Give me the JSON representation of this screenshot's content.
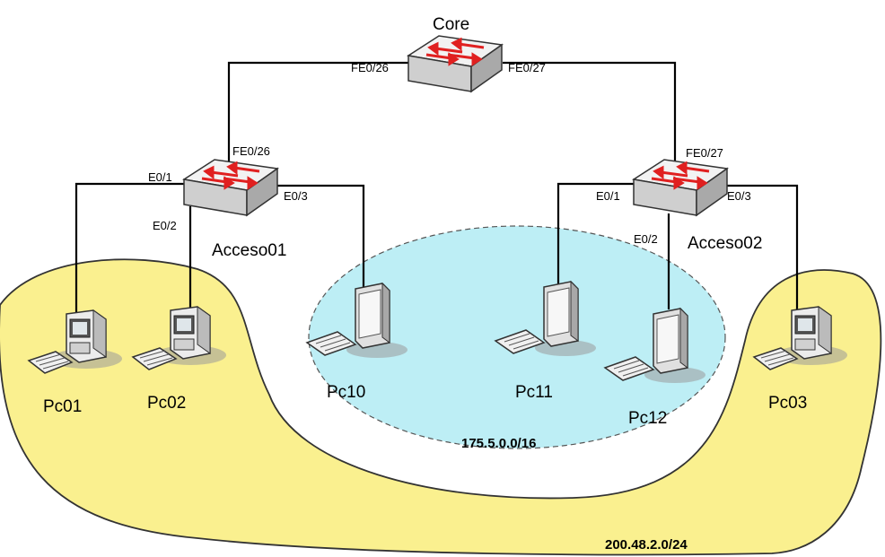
{
  "colors": {
    "zone_yellow": "#faf08f",
    "zone_cyan": "#bdeef5",
    "switch_face": "#d9d9d9",
    "arrow_red": "#e02020",
    "link": "#000000"
  },
  "switches": {
    "core": {
      "label": "Core",
      "icon": "switch-icon"
    },
    "acceso01": {
      "label": "Acceso01",
      "icon": "switch-icon"
    },
    "acceso02": {
      "label": "Acceso02",
      "icon": "switch-icon"
    }
  },
  "ports": {
    "core_left": "FE0/26",
    "core_right": "FE0/27",
    "a1_uplink": "FE0/26",
    "a1_e01": "E0/1",
    "a1_e02": "E0/2",
    "a1_e03": "E0/3",
    "a2_uplink": "FE0/27",
    "a2_e01": "E0/1",
    "a2_e02": "E0/2",
    "a2_e03": "E0/3"
  },
  "pcs": {
    "pc01": {
      "label": "Pc01",
      "icon": "desktop-pc-icon"
    },
    "pc02": {
      "label": "Pc02",
      "icon": "desktop-pc-icon"
    },
    "pc10": {
      "label": "Pc10",
      "icon": "monitor-pc-icon"
    },
    "pc11": {
      "label": "Pc11",
      "icon": "monitor-pc-icon"
    },
    "pc12": {
      "label": "Pc12",
      "icon": "monitor-pc-icon"
    },
    "pc03": {
      "label": "Pc03",
      "icon": "desktop-pc-icon"
    }
  },
  "networks": {
    "cyan": "175.5.0.0/16",
    "yellow": "200.48.2.0/24"
  }
}
